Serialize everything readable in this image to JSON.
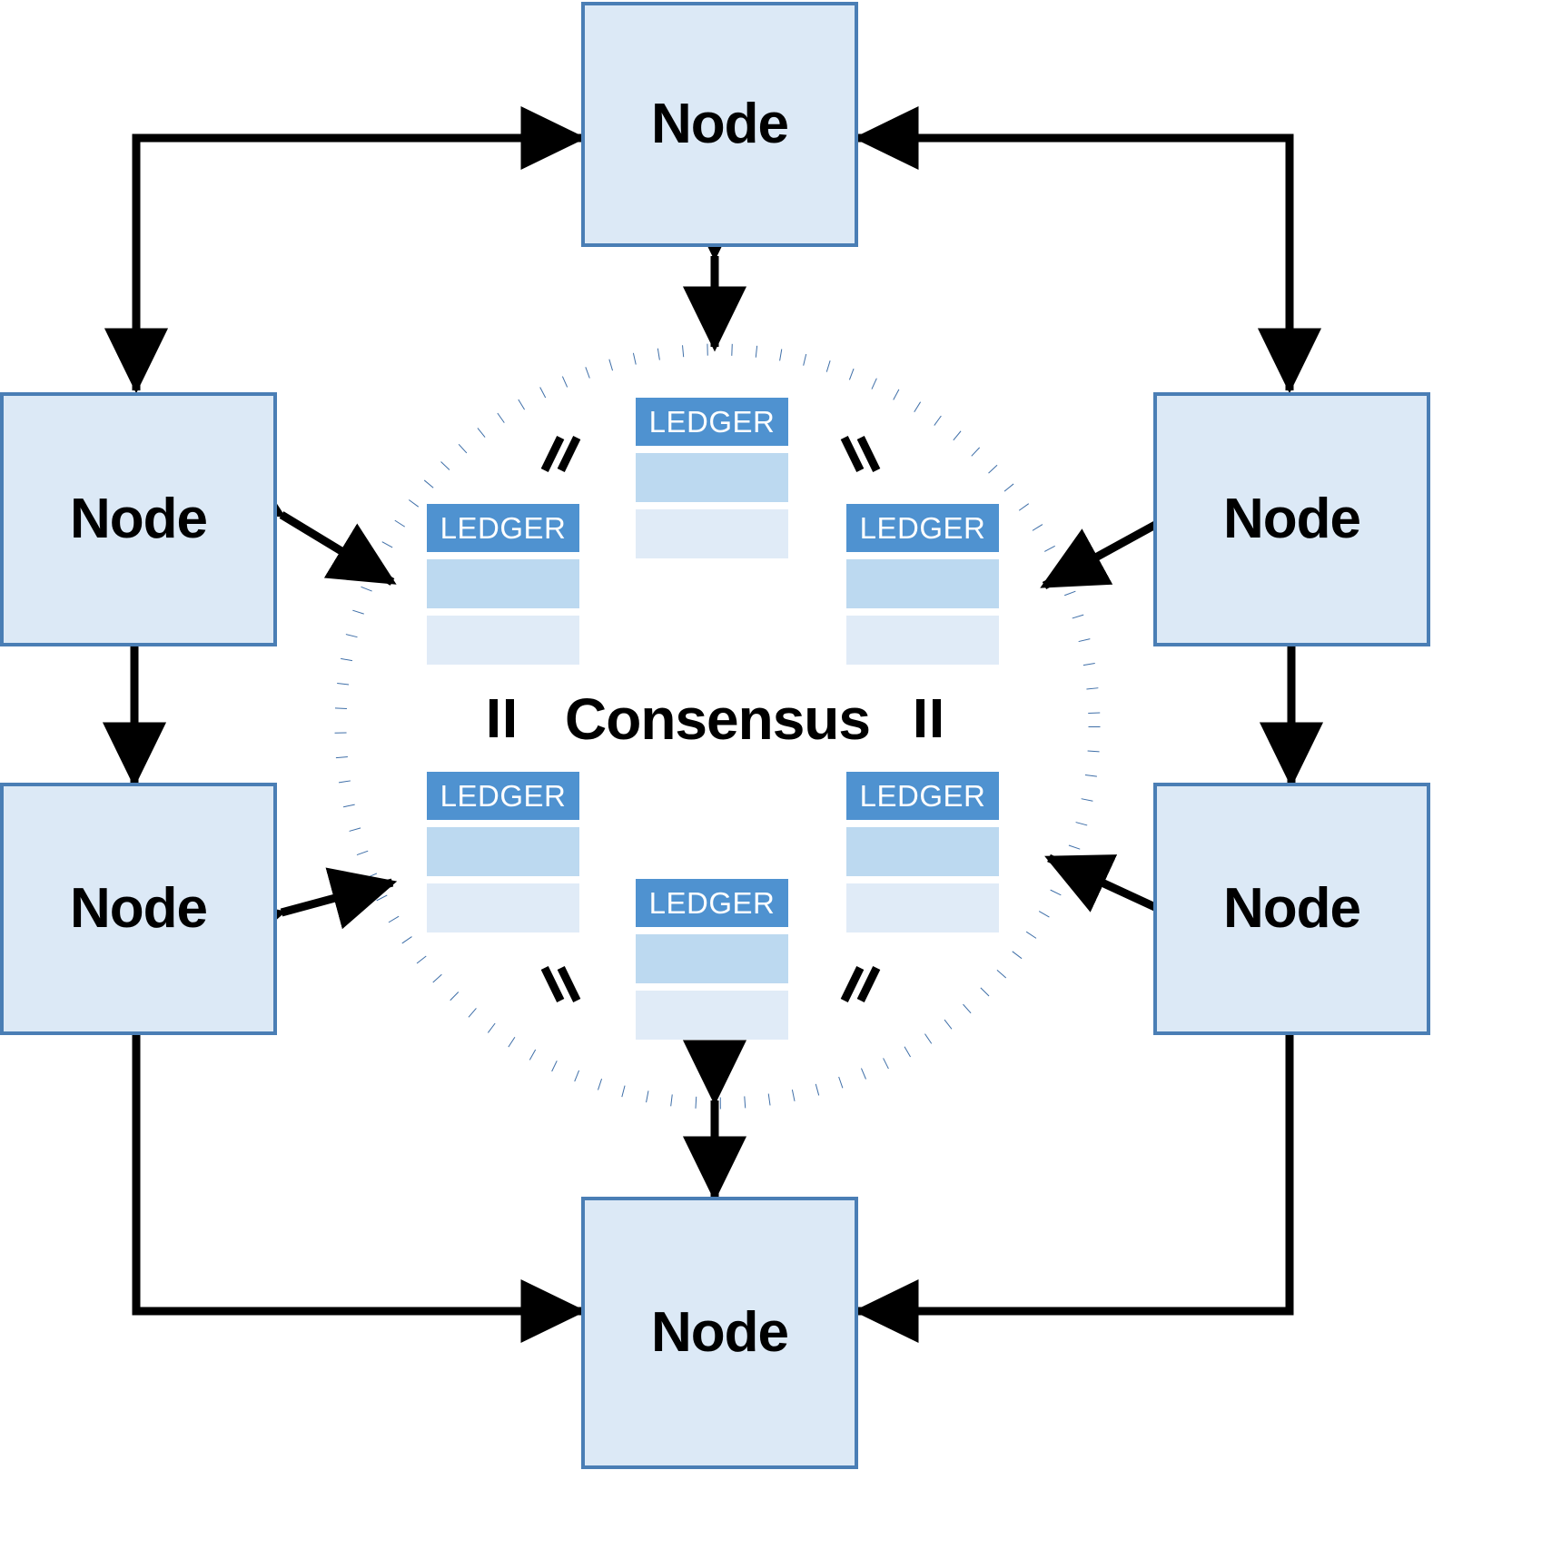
{
  "diagram": {
    "title": "Distributed ledger consensus network",
    "type": "network-diagram",
    "colors": {
      "node_fill": "#dce9f6",
      "node_border": "#4a7eb5",
      "ledger_header": "#4f92d0",
      "ledger_row_dark": "#bcd9f0",
      "ledger_row_light": "#e0ebf7",
      "circle_dots": "#3f6fa8",
      "arrow": "#000000",
      "background": "#ffffff"
    },
    "center": {
      "label": "Consensus",
      "boundary": "dotted-circle"
    },
    "nodes": [
      {
        "id": "node-top",
        "label": "Node",
        "position": "top"
      },
      {
        "id": "node-left-upper",
        "label": "Node",
        "position": "left-upper"
      },
      {
        "id": "node-left-lower",
        "label": "Node",
        "position": "left-lower"
      },
      {
        "id": "node-right-upper",
        "label": "Node",
        "position": "right-upper"
      },
      {
        "id": "node-right-lower",
        "label": "Node",
        "position": "right-lower"
      },
      {
        "id": "node-bottom",
        "label": "Node",
        "position": "bottom"
      }
    ],
    "ledgers": [
      {
        "id": "ledger-top",
        "header": "LEDGER",
        "rows": 2,
        "position": "top"
      },
      {
        "id": "ledger-left-upper",
        "header": "LEDGER",
        "rows": 2,
        "position": "left-upper"
      },
      {
        "id": "ledger-right-upper",
        "header": "LEDGER",
        "rows": 2,
        "position": "right-upper"
      },
      {
        "id": "ledger-left-lower",
        "header": "LEDGER",
        "rows": 2,
        "position": "left-lower"
      },
      {
        "id": "ledger-right-lower",
        "header": "LEDGER",
        "rows": 2,
        "position": "right-lower"
      },
      {
        "id": "ledger-bottom",
        "header": "LEDGER",
        "rows": 2,
        "position": "bottom"
      }
    ],
    "equality_marks": [
      {
        "id": "eq-top-left",
        "symbol": "=",
        "orientation": "slanted"
      },
      {
        "id": "eq-top-right",
        "symbol": "=",
        "orientation": "slanted"
      },
      {
        "id": "eq-mid-left",
        "symbol": "=",
        "orientation": "vertical"
      },
      {
        "id": "eq-mid-right",
        "symbol": "=",
        "orientation": "vertical"
      },
      {
        "id": "eq-bottom-left",
        "symbol": "=",
        "orientation": "slanted"
      },
      {
        "id": "eq-bottom-right",
        "symbol": "=",
        "orientation": "slanted"
      }
    ],
    "connections": [
      {
        "from": "node-left-upper",
        "to": "consensus",
        "style": "double-arrow"
      },
      {
        "from": "node-left-lower",
        "to": "consensus",
        "style": "double-arrow"
      },
      {
        "from": "node-right-upper",
        "to": "consensus",
        "style": "double-arrow"
      },
      {
        "from": "node-right-lower",
        "to": "consensus",
        "style": "double-arrow"
      },
      {
        "from": "node-top",
        "to": "consensus",
        "style": "double-arrow"
      },
      {
        "from": "node-bottom",
        "to": "consensus",
        "style": "double-arrow"
      },
      {
        "from": "node-left-upper",
        "to": "node-left-lower",
        "style": "double-arrow"
      },
      {
        "from": "node-right-upper",
        "to": "node-right-lower",
        "style": "double-arrow"
      },
      {
        "from": "node-left-upper",
        "to": "node-top",
        "style": "single-arrow-elbow"
      },
      {
        "from": "node-right-upper",
        "to": "node-top",
        "style": "single-arrow-elbow"
      },
      {
        "from": "node-left-lower",
        "to": "node-bottom",
        "style": "single-arrow-elbow"
      },
      {
        "from": "node-right-lower",
        "to": "node-bottom",
        "style": "single-arrow-elbow"
      }
    ]
  }
}
